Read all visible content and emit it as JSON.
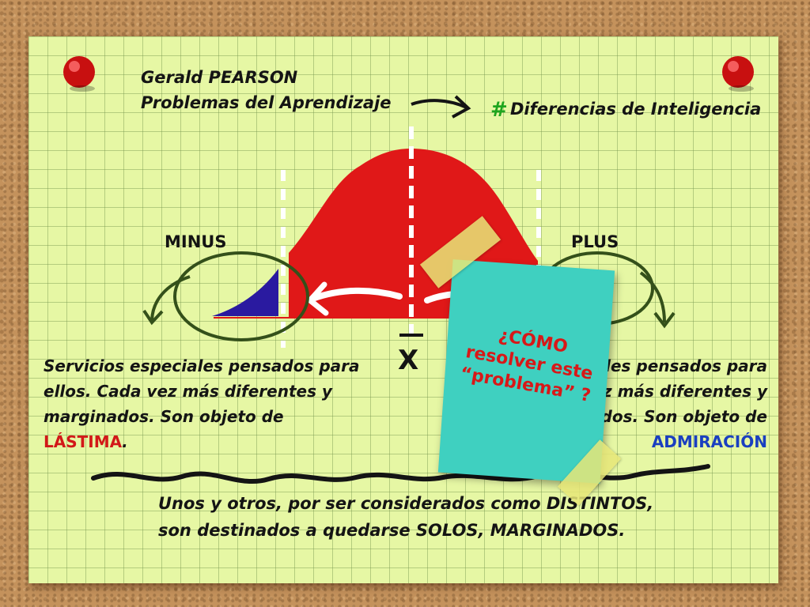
{
  "header": {
    "author": "Gerald PEARSON",
    "subject": "Problemas del Aprendizaje",
    "topic_hash": "#",
    "topic": "Diferencias de Inteligencia"
  },
  "labels": {
    "minus": "MINUS",
    "plus": "PLUS",
    "mean": "X"
  },
  "left_text": {
    "line1": "Servicios especiales pensados para",
    "line2": "ellos.  Cada vez más diferentes y",
    "line3": "marginados. Son objeto de",
    "emphasis": "LÁSTIMA",
    "end": "."
  },
  "right_text": {
    "line1": "ales pensados para",
    "line2": "z más diferentes y",
    "line3": "ados. Son objeto de",
    "emphasis": "ADMIRACIÓN"
  },
  "sticky_note": {
    "line1": "¿CÓMO",
    "line2": "resolver este",
    "line3": "“problema” ?"
  },
  "footer": {
    "line1": "Unos y otros, por ser considerados como DISTINTOS,",
    "line2": "son destinados a quedarse SOLOS, MARGINADOS."
  },
  "colors": {
    "curve": "#e01818",
    "tail": "#2a1aa0",
    "paper": "#e6f7a4",
    "note": "#3fd0c0",
    "pin": "#d81818"
  }
}
